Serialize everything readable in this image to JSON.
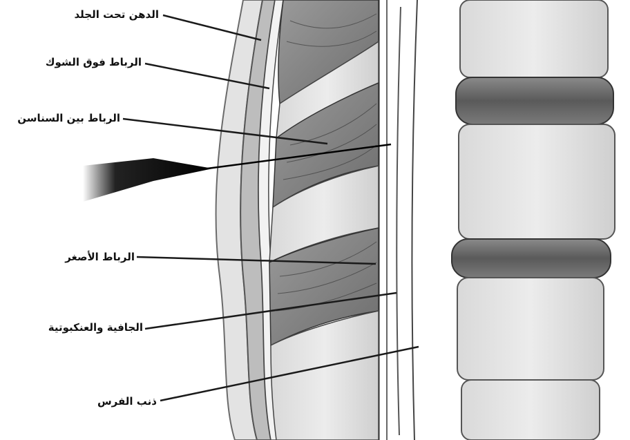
{
  "labels": {
    "subcutaneous_fat": "الدهن تحت الجلد",
    "supraspinous_ligament": "الرباط فوق الشوك",
    "interspinous_ligament": "الرباط بين السناسن",
    "ligamentum_flavum": "الرباط الأصغر",
    "dura_arachnoid": "الجافية والعنكبوتية",
    "cauda_equina": "ذنب الفرس"
  }
}
